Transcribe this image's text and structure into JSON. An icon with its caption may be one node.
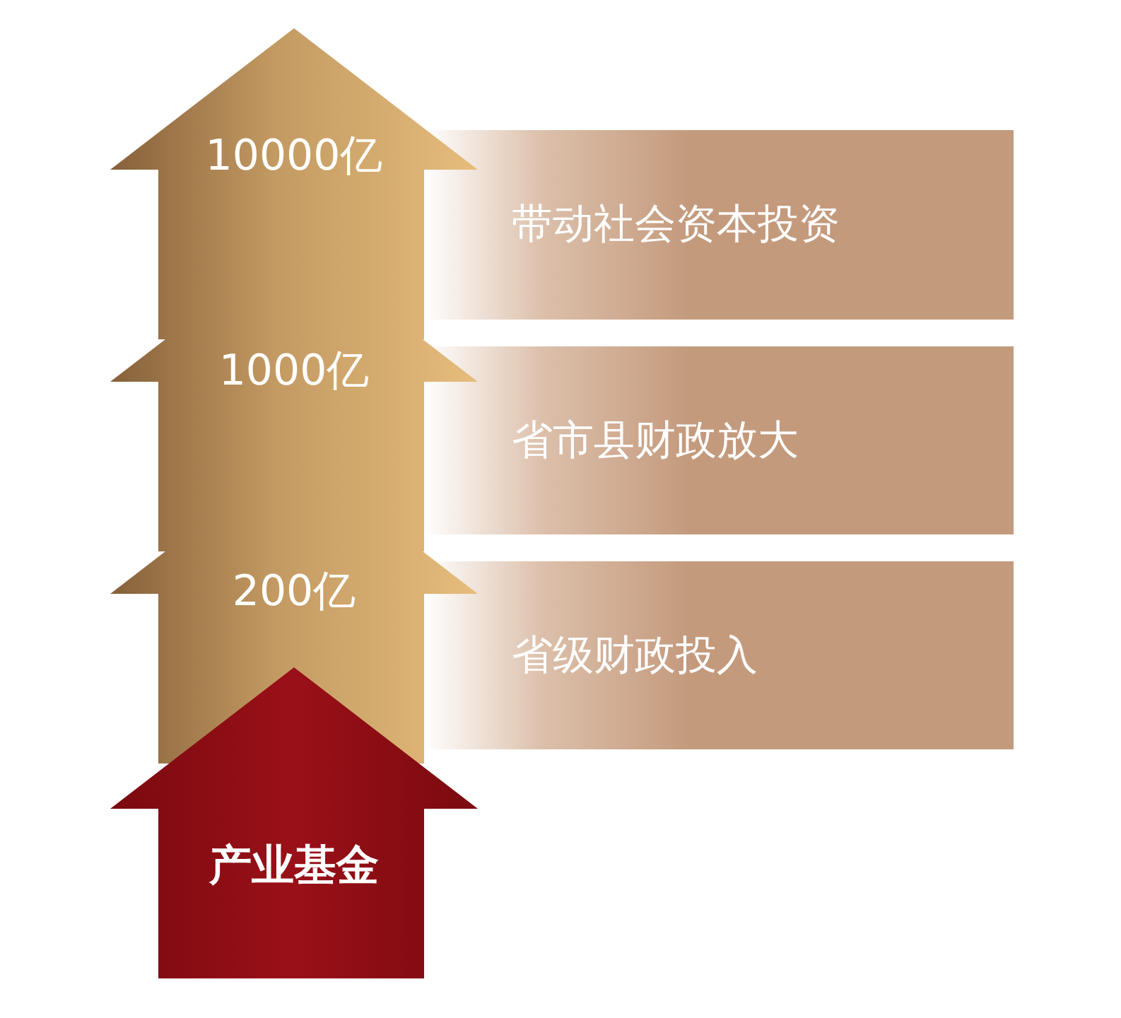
{
  "diagram": {
    "nodes": [
      {
        "text": [
          "10000亿"
        ]
      },
      {
        "text": [
          "带动社会资本投资"
        ]
      },
      {
        "text": [
          "1000亿"
        ]
      },
      {
        "text": [
          "省市县财政放大"
        ]
      },
      {
        "text": [
          "200亿"
        ]
      },
      {
        "text": [
          "省级财政投入"
        ]
      },
      {
        "text": [
          "产业基金"
        ]
      }
    ]
  }
}
